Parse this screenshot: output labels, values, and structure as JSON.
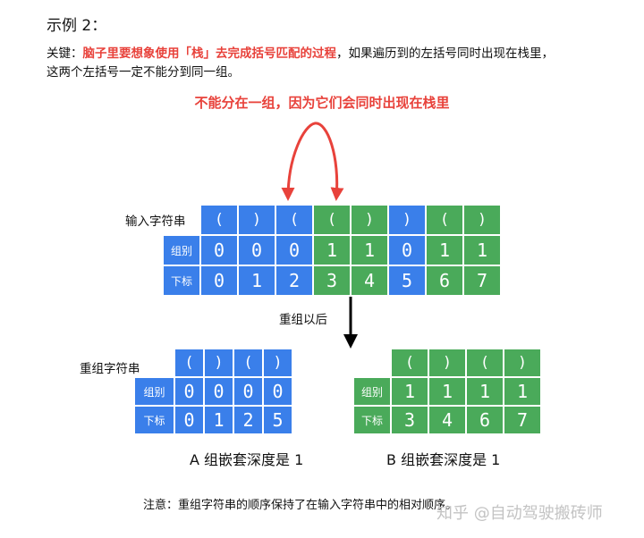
{
  "title": "示例 2：",
  "key": {
    "prefix": "关键：",
    "highlight": "脑子里要想象使用「栈」去完成括号匹配的过程",
    "rest": "，如果遍历到的左括号同时出现在栈里，",
    "line2": "这两个左括号一定不能分到同一组。"
  },
  "red_note": "不能分在一组，因为它们会同时出现在栈里",
  "input": {
    "label": "输入字符串",
    "group_label": "组别",
    "index_label": "下标",
    "chars": [
      "(",
      ")",
      "(",
      "(",
      ")",
      ")",
      "(",
      ")"
    ],
    "groups": [
      "0",
      "0",
      "0",
      "1",
      "1",
      "0",
      "1",
      "1"
    ],
    "indices": [
      "0",
      "1",
      "2",
      "3",
      "4",
      "5",
      "6",
      "7"
    ]
  },
  "regroup_label": "重组以后",
  "regrouped_label": "重组字符串",
  "group_a": {
    "group_label": "组别",
    "index_label": "下标",
    "chars": [
      "(",
      ")",
      "(",
      ")"
    ],
    "groups": [
      "0",
      "0",
      "0",
      "0"
    ],
    "indices": [
      "0",
      "1",
      "2",
      "5"
    ],
    "caption": "A 组嵌套深度是 1"
  },
  "group_b": {
    "group_label": "组别",
    "index_label": "下标",
    "chars": [
      "(",
      ")",
      "(",
      ")"
    ],
    "groups": [
      "1",
      "1",
      "1",
      "1"
    ],
    "indices": [
      "3",
      "4",
      "6",
      "7"
    ],
    "caption": "B 组嵌套深度是 1"
  },
  "footer": "注意：重组字符串的顺序保持了在输入字符串中的相对顺序。",
  "watermark": "知乎 @自动驾驶搬砖师",
  "colors": {
    "group0": "#3a7fea",
    "group1": "#4aaa5a",
    "highlight": "#e8423b"
  }
}
